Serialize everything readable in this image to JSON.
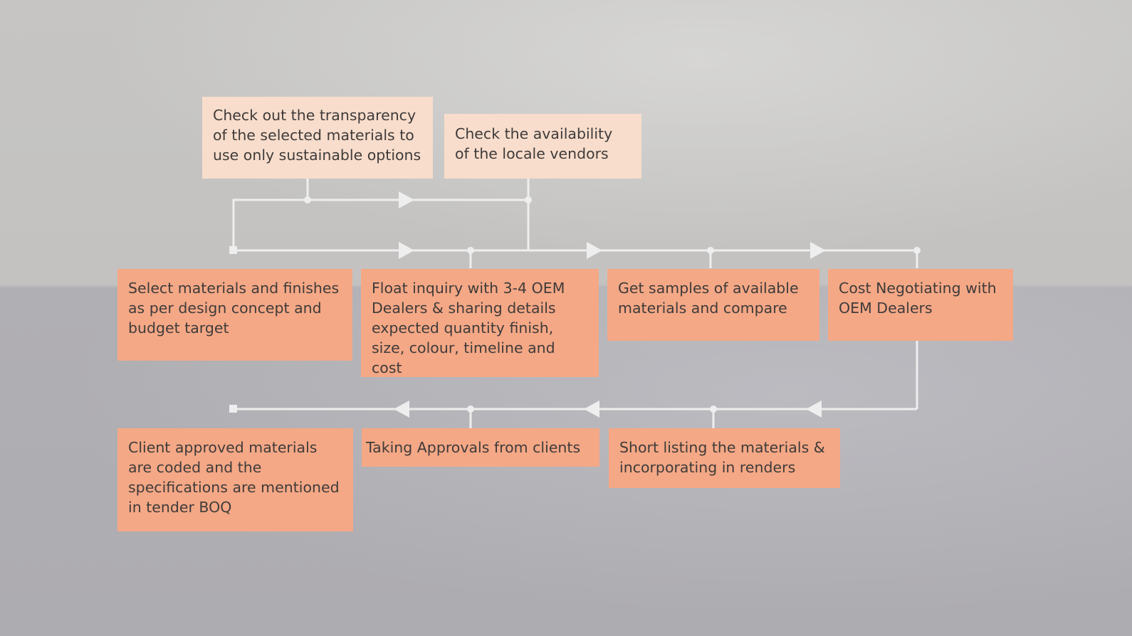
{
  "colors": {
    "light_box": "#f8ddcc",
    "dark_box": "#f4a886",
    "connector": "#eeeeee",
    "text": "#3f3b3a"
  },
  "top_row": [
    {
      "id": "transparency",
      "text": "Check out the transparency of the selected materials to use only sustainable options"
    },
    {
      "id": "availability",
      "text": "Check the availability of the locale vendors"
    }
  ],
  "middle_row": [
    {
      "id": "select",
      "text": "Select materials and finishes as per design concept and budget target"
    },
    {
      "id": "inquiry",
      "text": "Float inquiry with 3-4 OEM Dealers & sharing details expected quantity finish, size, colour, timeline and cost"
    },
    {
      "id": "samples",
      "text": "Get samples of available materials and compare"
    },
    {
      "id": "negotiation",
      "text": "Cost Negotiating with OEM Dealers"
    }
  ],
  "bottom_row": [
    {
      "id": "coded",
      "text": "Client approved materials are coded and the specifications are mentioned in tender BOQ"
    },
    {
      "id": "approvals",
      "text": "Taking Approvals from clients"
    },
    {
      "id": "shortlist",
      "text": "Short listing the materials & incorporating in renders"
    }
  ]
}
